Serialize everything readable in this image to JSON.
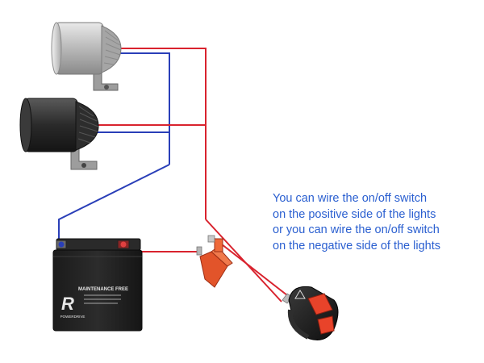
{
  "note": {
    "lines": [
      "You can wire the on/off switch",
      "on the positive side of the lights",
      "or you can wire the on/off switch",
      "on the negative side of the lights"
    ]
  },
  "battery": {
    "label_top": "MAINTENANCE FREE",
    "logo_letter": "R",
    "brand": "POWERDRIVE"
  },
  "colors": {
    "positive_wire": "#d9232e",
    "negative_wire": "#2a3fb8",
    "note_text": "#2a5fd0",
    "fuse": "#e2542a",
    "switch_button": "#e8432a"
  },
  "icons": {
    "switch_symbol": "warning-triangle-icon"
  }
}
